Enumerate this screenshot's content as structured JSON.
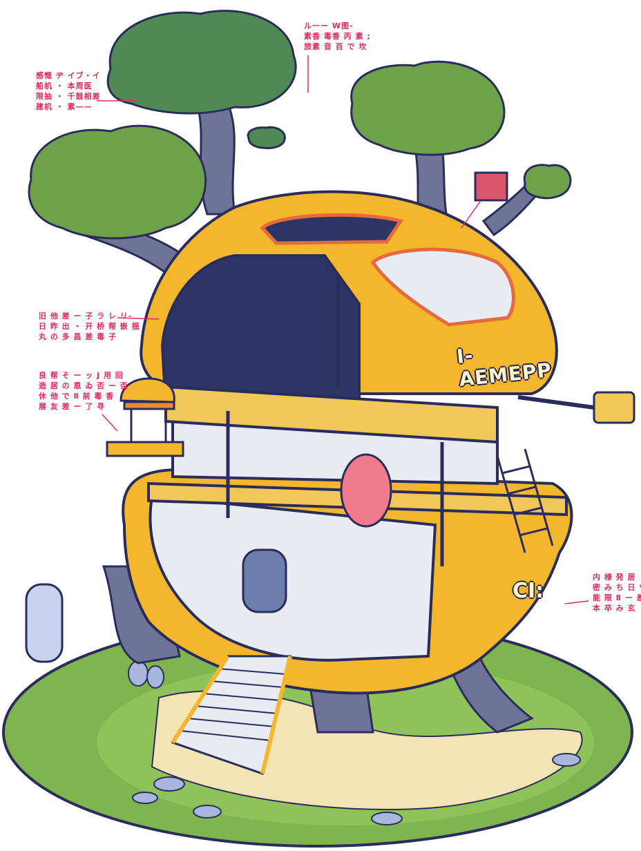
{
  "palette": {
    "outline": "#2a2d5c",
    "hull_yellow": "#f3b62c",
    "hull_orange": "#e98a2e",
    "tree_green": "#6fa04a",
    "tree_dark_green": "#4f8a55",
    "trunk": "#6e7397",
    "grass": "#7fb44e",
    "sand": "#f4e3b4",
    "interior_light": "#e8ebf2",
    "interior_dark": "#2d3566",
    "callout_text": "#e0285c",
    "sign_text": "#fff3c8"
  },
  "callouts": {
    "top_left": [
      "感慨 ヂ イブ・イ",
      "船机 ・ 本周医",
      "限抽 ・ 千鼓相差",
      "建机 ・ 素——"
    ],
    "top_center": [
      "ル一ー W图-",
      "素香 毒香 丙 素 ;",
      "旅素 音 百 で 坎"
    ],
    "mid_left": [
      "旧 他 差 ー 子 ラ レ リ-",
      "日 昨 出 ・ 开 桥 帮 嵌 揺",
      "丸 の 多 昌 差 毒 子"
    ],
    "lower_left": [
      "良 帮 そ ー ッ J 用 回",
      "造 居 の 恩 ゐ 否 ー 否",
      "休 他 で Ⅱ 前 毒 香",
      "展 友 差 ー 了 寻"
    ],
    "right": [
      "内 様 発 居",
      "密 み ち 日 ワ",
      "能 限 Ⅱ ー 差",
      "本 卒 み 玄"
    ]
  },
  "signs": {
    "main_sign": "I-AEMEPP",
    "lower_sign": "CI:"
  },
  "scene_elements": {
    "main_structure": "yellow-domed-treehouse",
    "staircase": "white-stairs-front",
    "island": "grass-island-base"
  }
}
